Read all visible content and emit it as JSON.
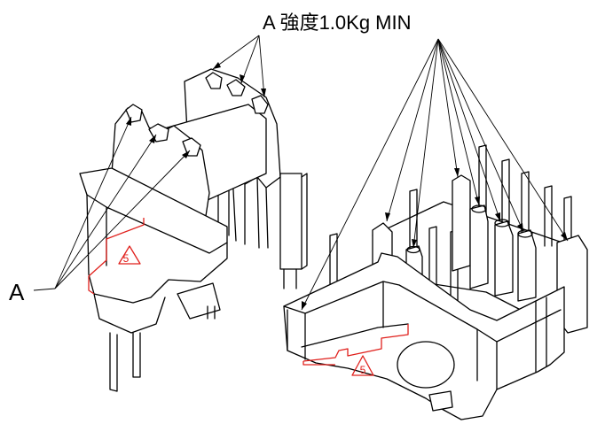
{
  "header": {
    "note": "A 強度1.0Kg MIN"
  },
  "callouts": {
    "left_label": "A"
  },
  "revision_marks": [
    {
      "text": "5"
    },
    {
      "text": "5"
    }
  ],
  "colors": {
    "line": "#000000",
    "revision": "#e0201c",
    "background": "#ffffff"
  }
}
